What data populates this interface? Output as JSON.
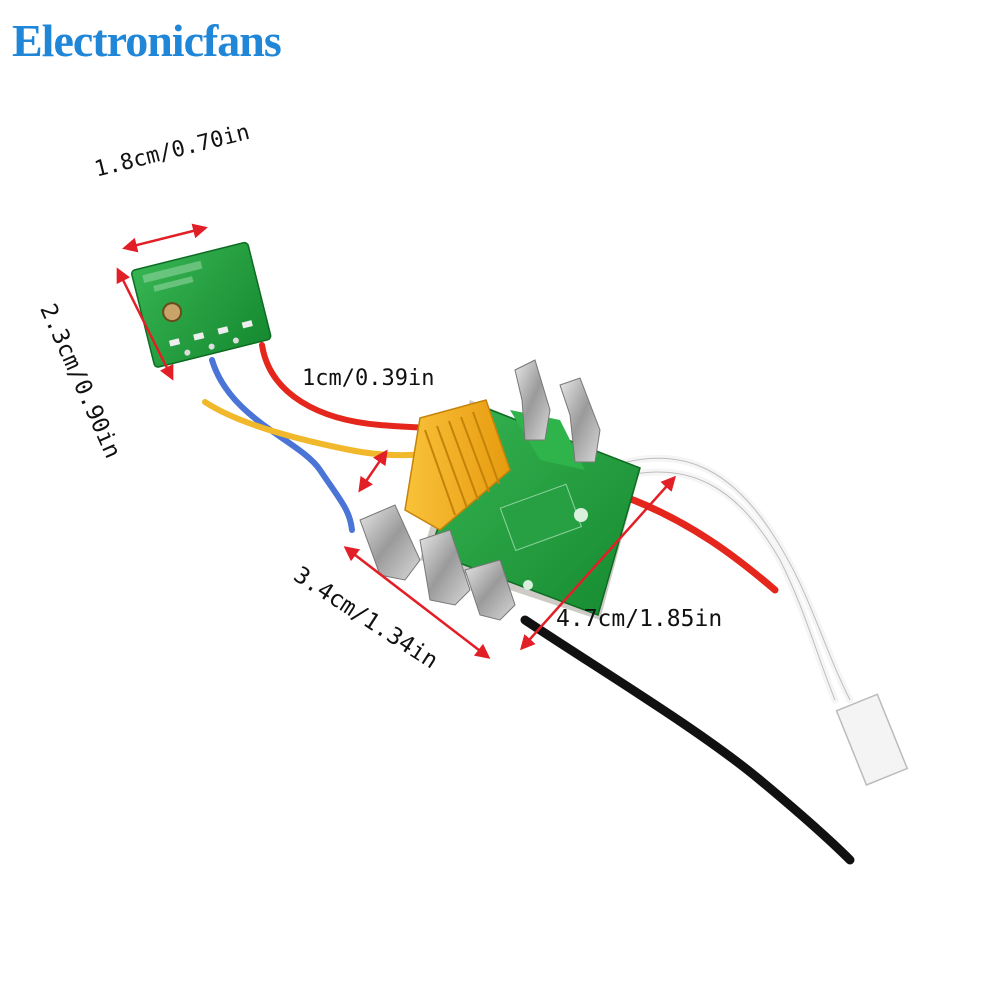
{
  "brand": {
    "name": "Electronicfans"
  },
  "dimensions": {
    "small_board_width": "1.8cm/0.70in",
    "small_board_height": "2.3cm/0.90in",
    "board_thickness": "1cm/0.39in",
    "main_board_width": "3.4cm/1.34in",
    "main_board_length": "4.7cm/1.85in"
  },
  "colors": {
    "brand": "#1f86d8",
    "pcb_green": "#1f9d3a",
    "heatsink_orange": "#f6b21c",
    "arrow_red": "#e21f26",
    "wire_red": "#e4261c",
    "wire_yellow": "#f0b82a",
    "wire_blue": "#4a74d6",
    "wire_black": "#111111",
    "wire_white": "#f5f5f5"
  }
}
